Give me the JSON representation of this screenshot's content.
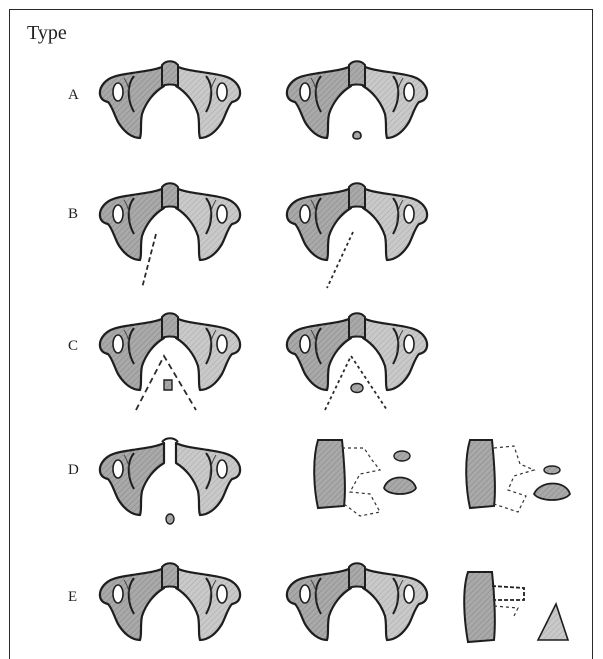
{
  "title": "Type",
  "rows": [
    {
      "label": "A"
    },
    {
      "label": "B"
    },
    {
      "label": "C"
    },
    {
      "label": "D"
    },
    {
      "label": "E"
    }
  ],
  "colors": {
    "bone_fill": "#a8a8a8",
    "bone_stroke": "#1e1e1e",
    "line": "#2a2a2a"
  },
  "icons": [
    "atlas-vertebra-icon",
    "fracture-line-icon",
    "bone-fragment-icon",
    "lateral-mass-icon"
  ]
}
